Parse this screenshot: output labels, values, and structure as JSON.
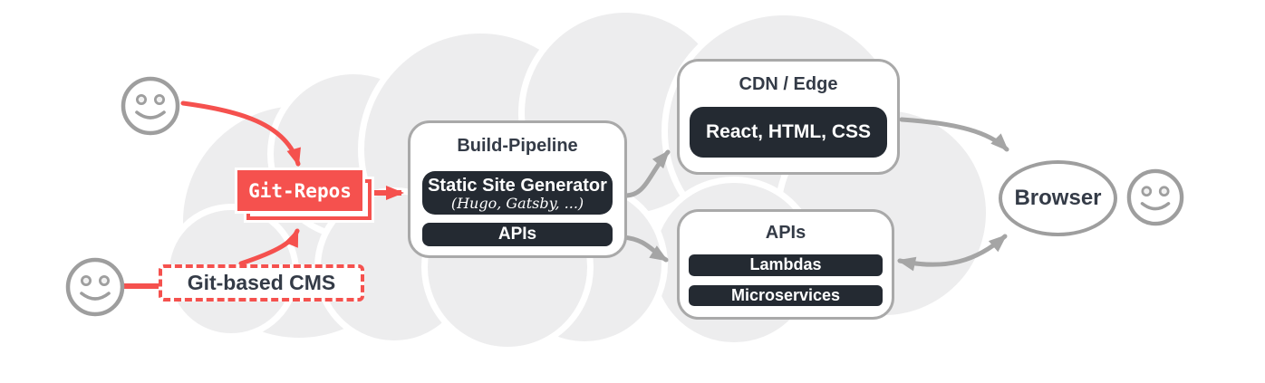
{
  "colors": {
    "accent_red": "#f5514e",
    "dark_panel": "#242a32",
    "cloud_gray": "#ededee",
    "panel_border_gray": "#a9a9a9",
    "arrow_gray": "#a5a5a5",
    "text_dark": "#343b47"
  },
  "icons": {
    "top_left_user": "user-smiley-icon",
    "bottom_left_user": "user-smiley-icon",
    "right_user": "user-smiley-icon",
    "cloud": "cloud-shape"
  },
  "nodes": {
    "git_repos": {
      "label": "Git-Repos"
    },
    "git_based_cms": {
      "label": "Git-based CMS"
    },
    "build_pipeline": {
      "title": "Build-Pipeline",
      "generator_title": "Static Site Generator",
      "generator_subtitle": "(Hugo, Gatsby, ...)",
      "apis_label": "APIs"
    },
    "cdn_edge": {
      "title": "CDN / Edge",
      "content": "React, HTML, CSS"
    },
    "apis": {
      "title": "APIs",
      "items": [
        "Lambdas",
        "Microservices"
      ]
    },
    "browser": {
      "label": "Browser"
    }
  }
}
